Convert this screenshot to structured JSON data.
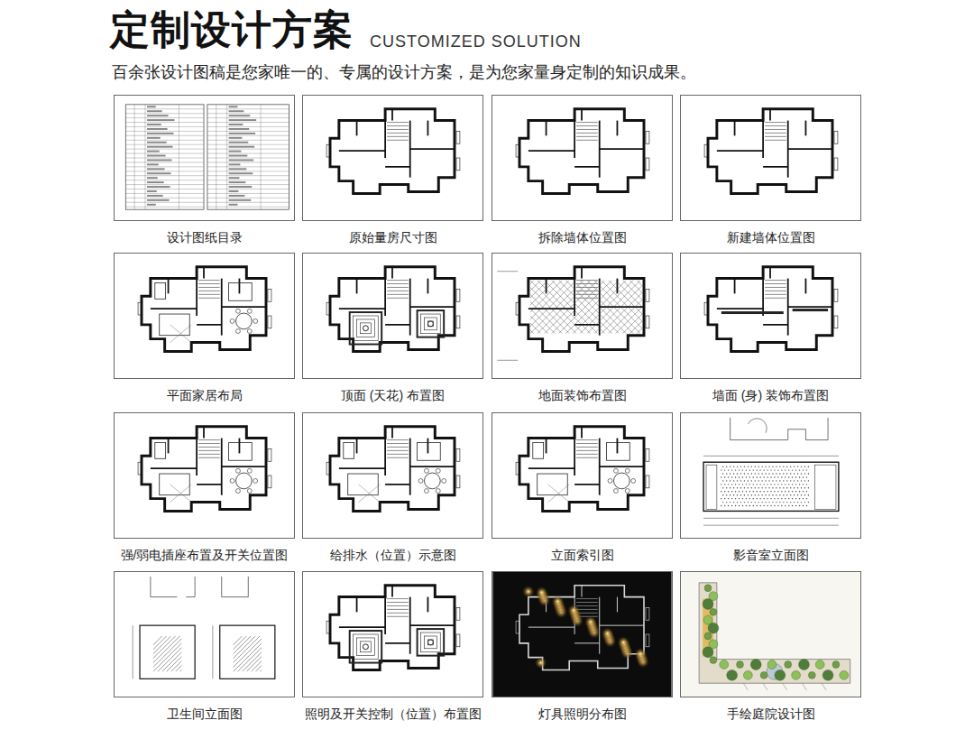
{
  "diagram": {
    "title": "定制设计方案",
    "nodes": [
      {
        "text": [
          "设计图纸目录"
        ]
      },
      {
        "text": [
          "原始量房尺寸图"
        ]
      },
      {
        "text": [
          "拆除墙体位置图"
        ]
      },
      {
        "text": [
          "新建墙体位置图"
        ]
      },
      {
        "text": [
          "平面家居布局"
        ]
      },
      {
        "text": [
          "顶面 (天花) 布置图"
        ]
      },
      {
        "text": [
          "地面装饰布置图"
        ]
      },
      {
        "text": [
          "墙面 (身) 装饰布置图"
        ]
      },
      {
        "text": [
          "强/弱电插座布置及开关位置图"
        ]
      },
      {
        "text": [
          "给排水（位置）示意图"
        ]
      },
      {
        "text": [
          "立面索引图"
        ]
      },
      {
        "text": [
          "影音室立面图"
        ]
      },
      {
        "text": [
          "卫生间立面图"
        ]
      },
      {
        "text": [
          "照明及开关控制（位置）布置图"
        ]
      },
      {
        "text": [
          "灯具照明分布图"
        ]
      },
      {
        "text": [
          "手绘庭院设计图"
        ]
      }
    ],
    "labels": [
      "CUSTOMIZED SOLUTION",
      "百余张设计图稿是您家唯一的、专属的设计方案，是为您家量身定制的知识成果。"
    ]
  }
}
